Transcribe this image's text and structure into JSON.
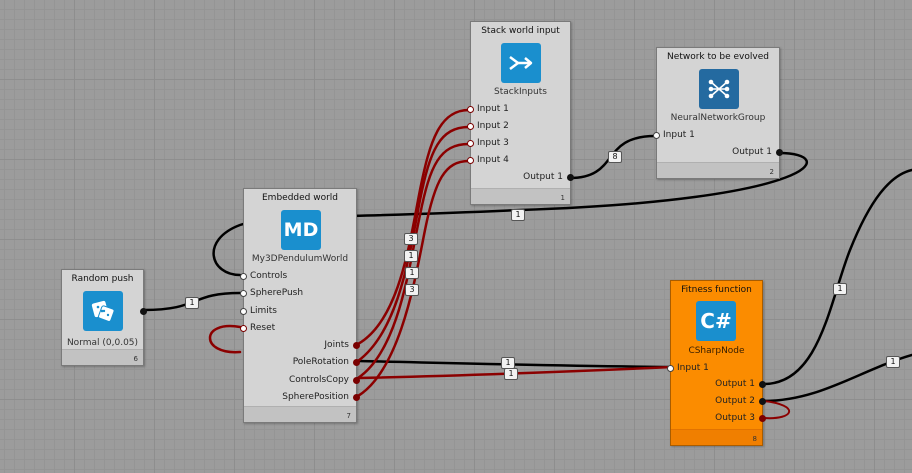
{
  "nodes": {
    "random_push": {
      "title": "Random push",
      "icon": "dice-icon",
      "subtitle": "Normal (0,0.05)",
      "index": "6",
      "outputs": [
        ""
      ]
    },
    "embedded_world": {
      "title": "Embedded world",
      "icon_text": "MD",
      "subtitle": "My3DPendulumWorld",
      "index": "7",
      "inputs": [
        "Controls",
        "SpherePush",
        "Limits",
        "Reset"
      ],
      "outputs": [
        "Joints",
        "PoleRotation",
        "ControlsCopy",
        "SpherePosition"
      ]
    },
    "stack_world_input": {
      "title": "Stack world input",
      "icon": "stack-arrow-icon",
      "subtitle": "StackInputs",
      "index": "1",
      "inputs": [
        "Input 1",
        "Input 2",
        "Input 3",
        "Input 4"
      ],
      "outputs": [
        "Output 1"
      ]
    },
    "network": {
      "title": "Network to be evolved",
      "icon": "network-icon",
      "subtitle": "NeuralNetworkGroup",
      "index": "2",
      "inputs": [
        "Input 1"
      ],
      "outputs": [
        "Output 1"
      ]
    },
    "fitness": {
      "title": "Fitness function",
      "icon_text": "C#",
      "subtitle": "CSharpNode",
      "index": "8",
      "inputs": [
        "Input 1"
      ],
      "outputs": [
        "Output 1",
        "Output 2",
        "Output 3"
      ]
    }
  },
  "connection_labels": {
    "random_to_spherepush": "1",
    "joints_to_input1": "3",
    "polerotation_to_input2": "1",
    "controlscopy_to_input3": "1",
    "sphereposition_to_input4": "3",
    "stack_to_network": "8",
    "network_to_controls": "1",
    "polerotation_to_fitness": "1",
    "controlscopy_to_fitness": "1",
    "fitness_out1": "1",
    "fitness_out2": "1"
  },
  "colors": {
    "canvas": "#9c9c9c",
    "node": "#d4d4d4",
    "fitness_node": "#fb8c00",
    "icon_blue": "#1a8fce",
    "wire_black": "#000000",
    "wire_red": "#8b0000"
  }
}
